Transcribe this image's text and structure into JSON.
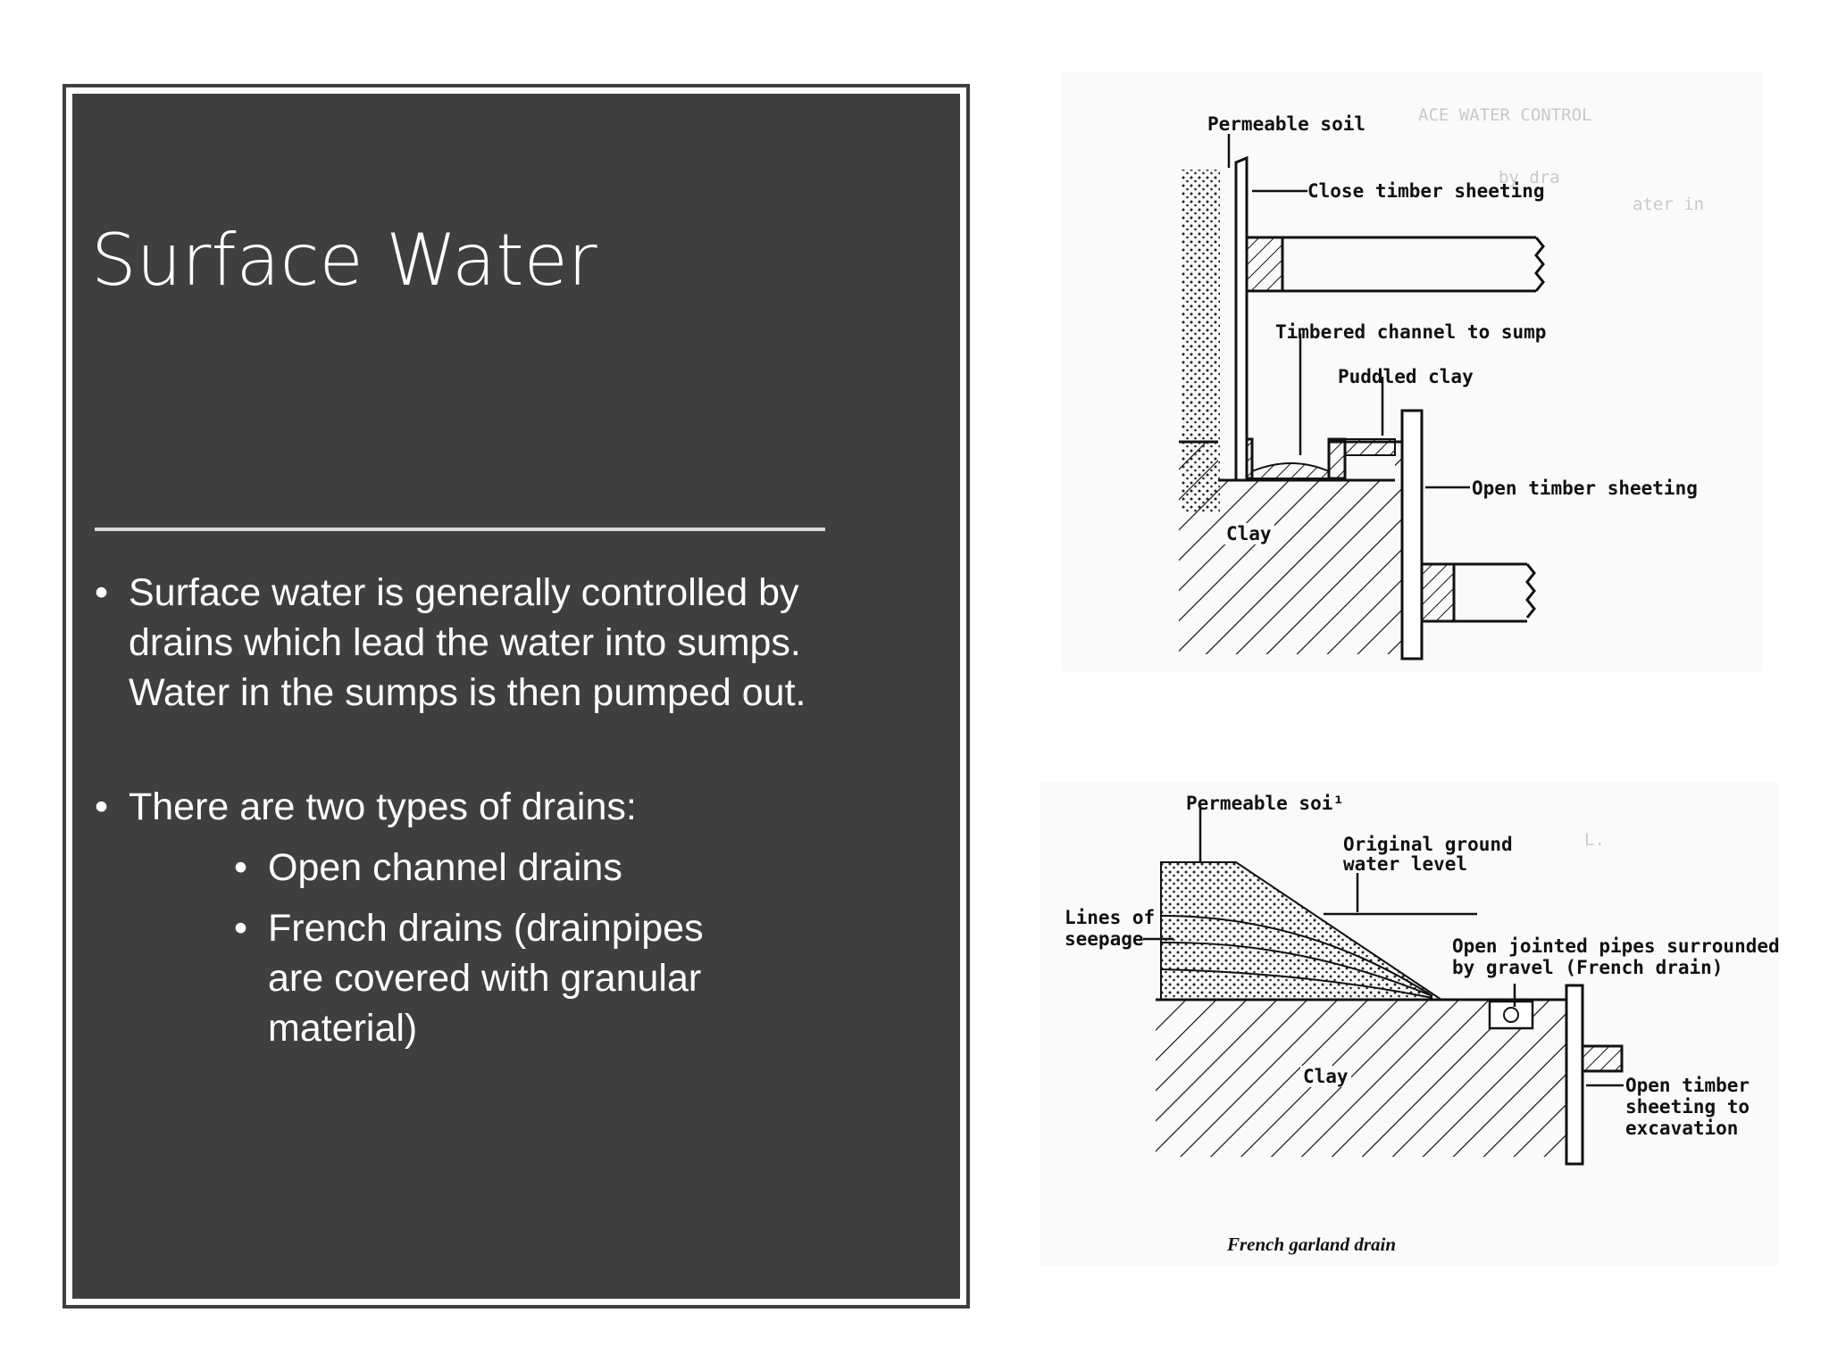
{
  "slide": {
    "title": "Surface Water",
    "bullets": [
      "Surface water is generally controlled by drains which lead the water into sumps. Water in the sumps is then pumped out.",
      "There are two types of drains:"
    ],
    "sub_bullets": [
      "Open channel drains",
      "French drains (drainpipes are covered with granular material)"
    ]
  },
  "diagram_top": {
    "labels": {
      "permeable_soil": "Permeable soil",
      "close_timber_sheeting": "Close timber sheeting",
      "timbered_channel": "Timbered channel to sump",
      "puddled_clay": "Puddled clay",
      "open_timber_sheeting": "Open timber sheeting",
      "clay": "Clay"
    }
  },
  "diagram_bottom": {
    "labels": {
      "permeable_soil": "Permeable soi¹",
      "original_ground": "Original ground",
      "water_level": "water level",
      "lines_of": "Lines of",
      "seepage": "seepage",
      "open_jointed": "Open jointed pipes surrounded",
      "by_gravel": "by gravel (French drain)",
      "clay": "Clay",
      "open_timber": "Open timber",
      "sheeting_to": "sheeting to",
      "excavation": "excavation"
    },
    "caption": "French garland drain"
  }
}
